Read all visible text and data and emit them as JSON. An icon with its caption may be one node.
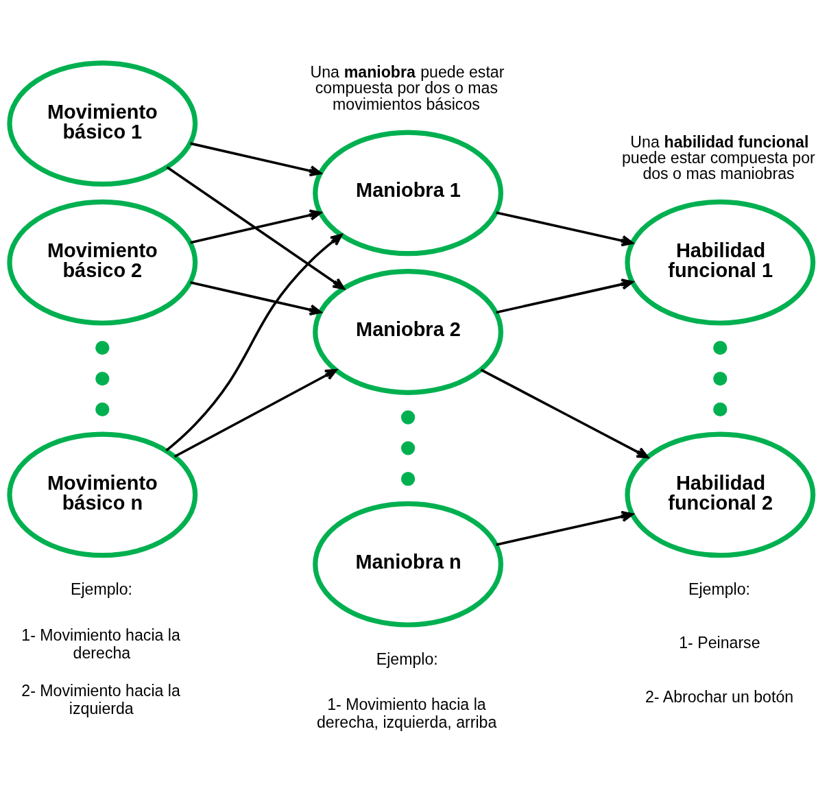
{
  "diagram": {
    "nodes": [
      {
        "text": [
          "Movimiento básico 1"
        ]
      },
      {
        "text": [
          "Movimiento básico 2"
        ]
      },
      {
        "text": [],
        "shape": "circle"
      },
      {
        "text": [],
        "shape": "circle"
      },
      {
        "text": [],
        "shape": "circle"
      },
      {
        "text": [
          "Movimiento básico n"
        ]
      },
      {
        "text": [
          "Maniobra 1"
        ]
      },
      {
        "text": [
          "Maniobra 2"
        ]
      },
      {
        "text": [],
        "shape": "circle"
      },
      {
        "text": [],
        "shape": "circle"
      },
      {
        "text": [],
        "shape": "circle"
      },
      {
        "text": [
          "Maniobra n"
        ]
      },
      {
        "text": [
          "Habilidad funcional 1"
        ]
      },
      {
        "text": [],
        "shape": "circle"
      },
      {
        "text": [],
        "shape": "circle"
      },
      {
        "text": [],
        "shape": "circle"
      },
      {
        "text": [
          "Habilidad funcional 2"
        ]
      }
    ],
    "edges": [
      {
        "from": 0,
        "to": 6,
        "arrow": "to"
      },
      {
        "from": 0,
        "to": 7,
        "arrow": "to"
      },
      {
        "from": 1,
        "to": 6,
        "arrow": "to"
      },
      {
        "from": 1,
        "to": 7,
        "arrow": "to"
      },
      {
        "from": 5,
        "to": 6,
        "arrow": "to"
      },
      {
        "from": 5,
        "to": 7,
        "arrow": "to"
      },
      {
        "from": 6,
        "to": 12,
        "arrow": "to"
      },
      {
        "from": 7,
        "to": 12,
        "arrow": "to"
      },
      {
        "from": 7,
        "to": 16,
        "arrow": "to"
      },
      {
        "from": 11,
        "to": 16,
        "arrow": "to"
      }
    ],
    "labels": [
      "Una **maniobra** puede estar compuesta por dos o mas movimientos básicos",
      "Una **habilidad funcional** puede estar compuesta por dos o mas maniobras",
      "Ejemplo:",
      "1- Movimiento hacia la derecha",
      "2- Movimiento hacia la izquierda",
      "Ejemplo:",
      "1- Movimiento hacia la derecha, izquierda, arriba",
      "Ejemplo:",
      "1- Peinarse",
      "2- Abrochar un botón"
    ]
  }
}
